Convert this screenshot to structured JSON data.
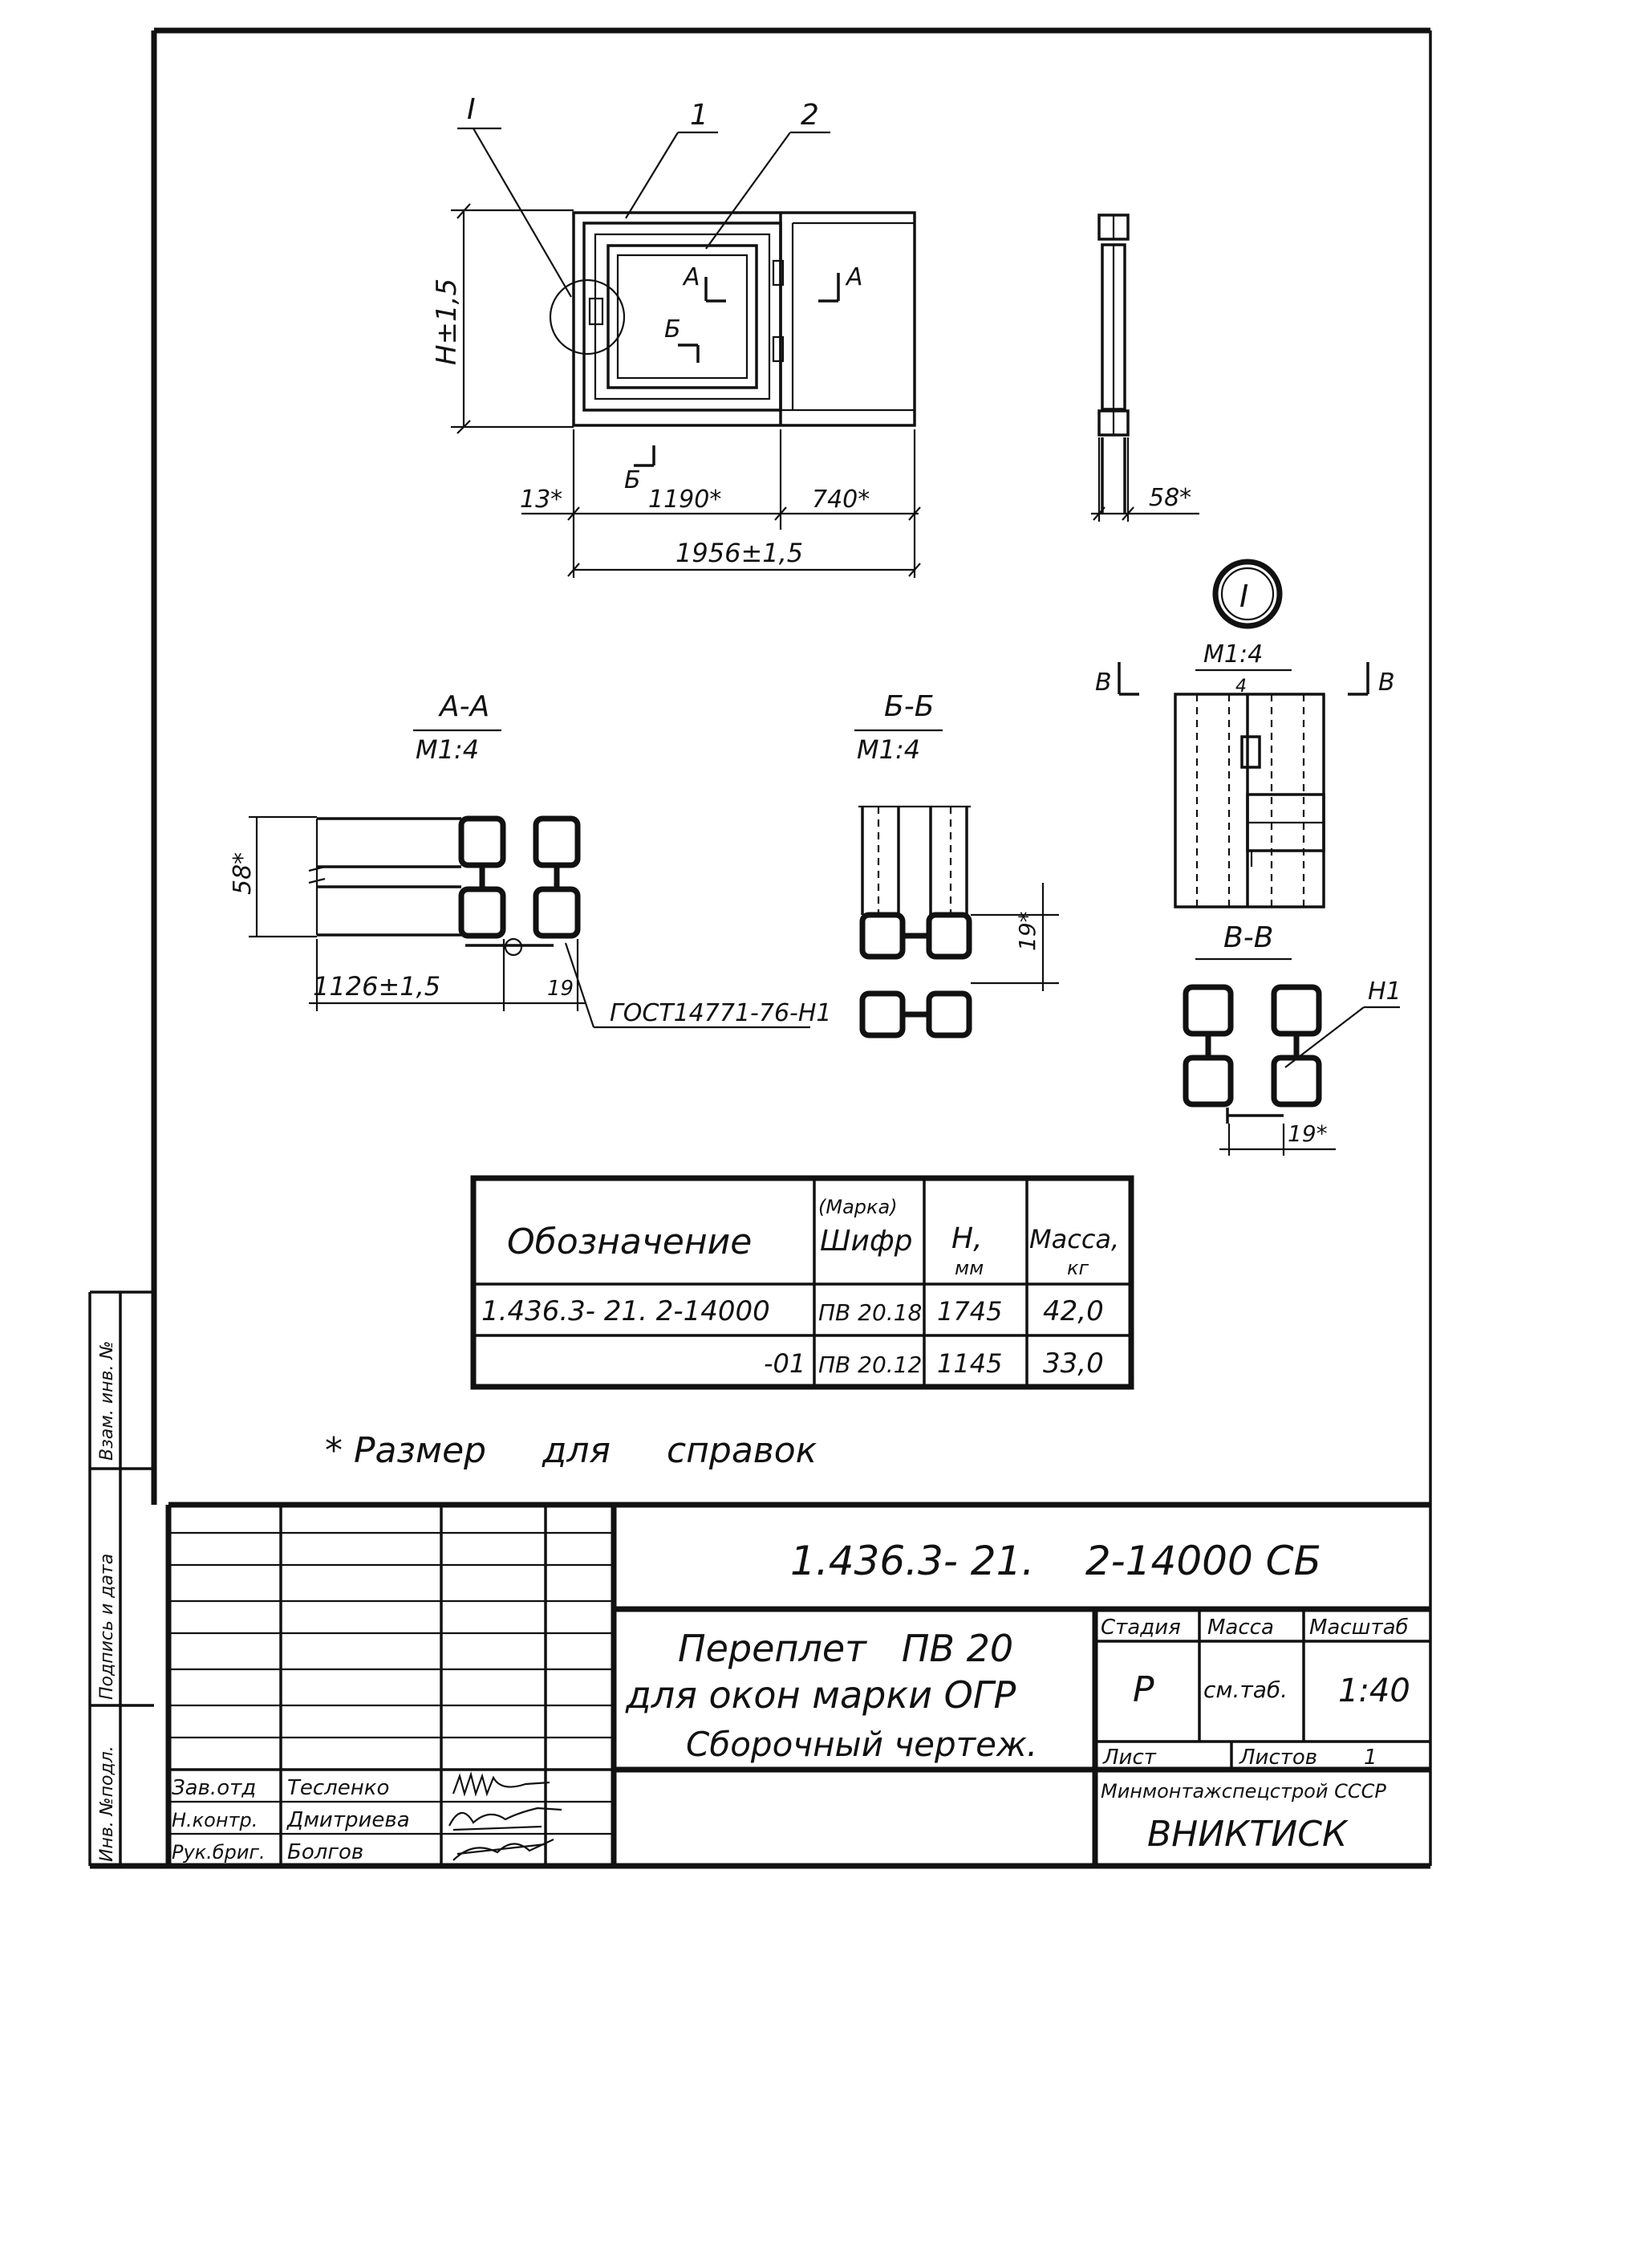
{
  "plan_view": {
    "callout_labels": [
      "I",
      "1",
      "2"
    ],
    "height_dim": "H±1,5",
    "section_marks": [
      "А",
      "А",
      "Б",
      "Б"
    ],
    "dims": {
      "left_offset": "13*",
      "width_a": "1190*",
      "width_b": "740*",
      "total": "1956±1,5"
    }
  },
  "side_view": {
    "thickness_dim": "58*"
  },
  "detail_I": {
    "id": "I",
    "scale": "М1:4",
    "cut_marks": [
      "В",
      "В"
    ],
    "cut_gap": "4"
  },
  "section_AA": {
    "title": "А-А",
    "scale": "М1:4",
    "dim_height": "58*",
    "dim_length": "1126±1,5",
    "dim_gap": "19",
    "weld_ref": "ГОСТ14771-76-Н1"
  },
  "section_BB": {
    "title": "Б-Б",
    "scale": "М1:4",
    "dim": "19*"
  },
  "section_VV": {
    "title": "В-В",
    "dim": "19*",
    "weld_label": "Н1"
  },
  "spec_table": {
    "headers": {
      "designation": "Обозначение",
      "mark_top": "(Марка)",
      "mark_bottom": "Шифр",
      "h_top": "Н,",
      "h_bottom": "мм",
      "mass_top": "Масса,",
      "mass_bottom": "кг"
    },
    "rows": [
      {
        "designation": "1.436.3- 21.  2-14000",
        "mark": "ПВ 20.18",
        "h": "1745",
        "mass": "42,0"
      },
      {
        "designation": "-01",
        "mark": "ПВ 20.12",
        "h": "1145",
        "mass": "33,0"
      }
    ]
  },
  "note": "* Размер     для     справок",
  "side_stamp": [
    "Инв. №подл.",
    "Подпись и дата",
    "Взам. инв. №"
  ],
  "title_block": {
    "doc_code": "1.436.3- 21.    2-14000 СБ",
    "title_lines": [
      "Переплет   ПВ 20",
      "для окон марки ОГР",
      "Сборочный чертеж."
    ],
    "stage_label": "Стадия",
    "mass_label": "Масса",
    "scale_label": "Масштаб",
    "stage": "Р",
    "mass": "см.таб.",
    "scale": "1:40",
    "sheet_label": "Лист",
    "sheets_label": "Листов",
    "sheets": "1",
    "ministry": "Минмонтажспецстрой СССР",
    "org": "ВНИКТИСК",
    "roles": [
      {
        "role": "Зав.отд",
        "name": "Тесленко"
      },
      {
        "role": "Н.контр.",
        "name": "Дмитриева"
      },
      {
        "role": "Рук.бриг.",
        "name": "Болгов"
      }
    ]
  }
}
